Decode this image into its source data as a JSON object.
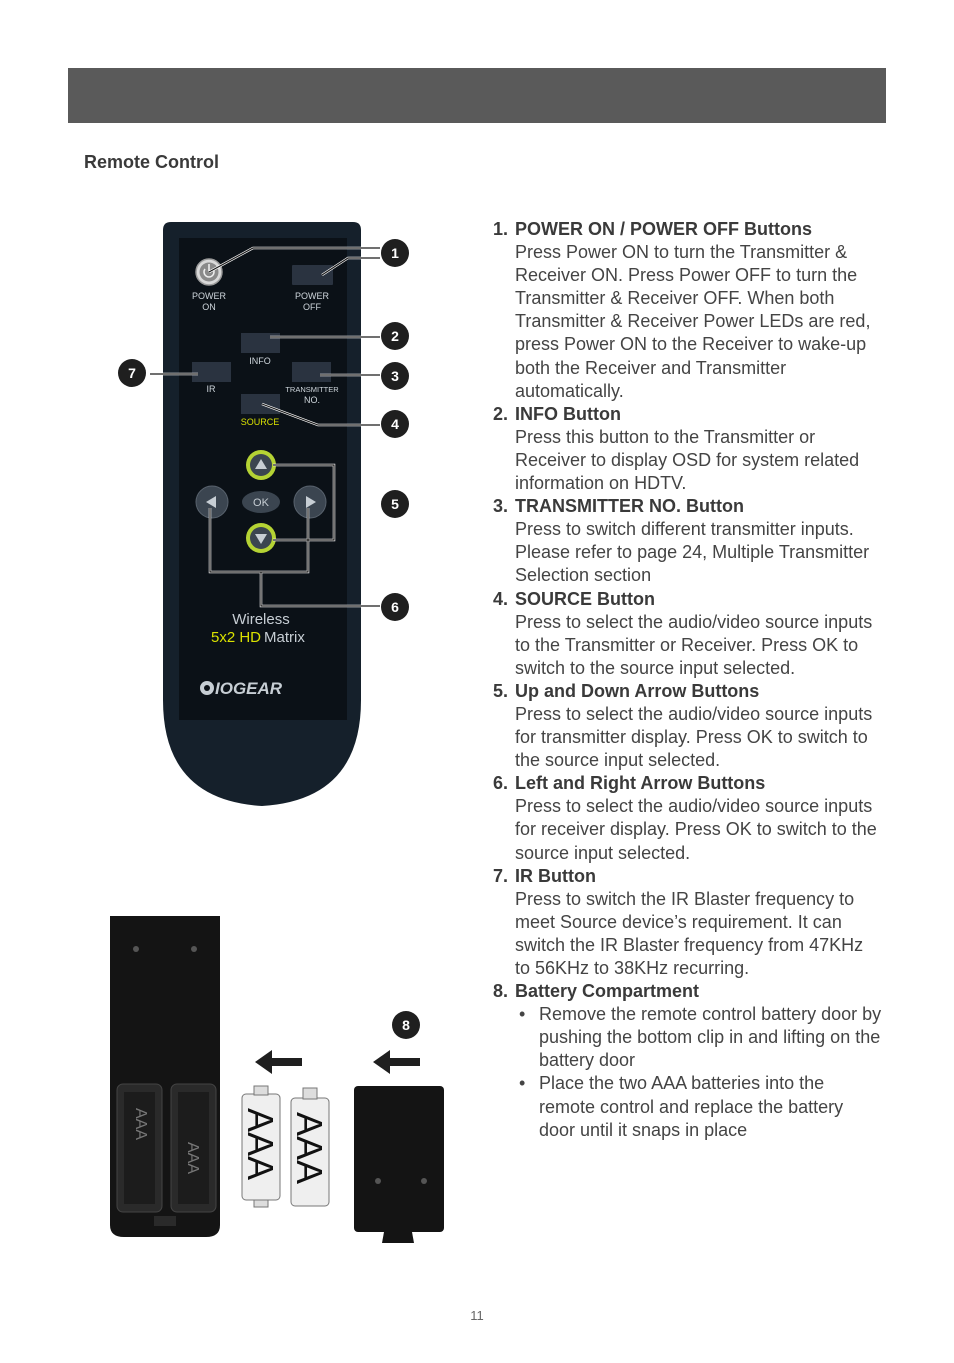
{
  "section_title": "Remote Control",
  "remote": {
    "power_on_label_1": "POWER",
    "power_on_label_2": "ON",
    "power_off_label_1": "POWER",
    "power_off_label_2": "OFF",
    "info_label": "INFO",
    "ir_label": "IR",
    "transmitter_label_1": "TRANSMITTER",
    "transmitter_label_2": "NO.",
    "source_label": "SOURCE",
    "ok_label": "OK",
    "brand_line_1": "Wireless",
    "brand_line_2a": "5x2 HD",
    "brand_line_2b": " Matrix",
    "logo_text": "IOGEAR",
    "callouts": [
      "1",
      "2",
      "3",
      "4",
      "5",
      "6",
      "7",
      "8"
    ]
  },
  "battery": {
    "battery_label": "AAA"
  },
  "items": [
    {
      "num": "1.",
      "title": "POWER ON / POWER OFF Buttons",
      "body": "Press Power ON to turn the Transmitter & Receiver ON.  Press Power OFF to turn the Transmitter & Receiver OFF.  When both Transmitter & Receiver Power LEDs are red, press Power ON to the Receiver to wake-up both the Receiver and Transmitter automatically."
    },
    {
      "num": "2.",
      "title": "INFO Button",
      "body": "Press this button to the Transmitter or Receiver to display OSD for system related information on HDTV."
    },
    {
      "num": "3.",
      "title": "TRANSMITTER NO. Button",
      "body": "Press to switch different transmitter inputs. Please refer to page 24, Multiple Transmitter Selection section"
    },
    {
      "num": "4.",
      "title": "SOURCE Button",
      "body": "Press to select the audio/video source inputs to the Transmitter or Receiver. Press OK to switch to the source input selected."
    },
    {
      "num": "5.",
      "title": "Up and Down Arrow Buttons",
      "body": "Press to select the audio/video source inputs for transmitter display.  Press OK to switch to the source input selected."
    },
    {
      "num": "6.",
      "title": "Left and Right Arrow Buttons",
      "body": "Press to select the audio/video source inputs for receiver display.  Press OK to switch to the source input selected."
    },
    {
      "num": "7.",
      "title": "IR Button",
      "body": "Press to switch the IR Blaster frequency to meet Source device’s requirement. It can switch the IR Blaster frequency from 47KHz to 56KHz to 38KHz recurring."
    },
    {
      "num": "8.",
      "title": "Battery Compartment",
      "bullets": [
        "Remove the remote control battery door by pushing the bottom clip in and lifting on the battery door",
        "Place the two AAA batteries into the remote control and replace the battery door until it snaps in place"
      ]
    }
  ],
  "page_number": "11",
  "colors": {
    "accent_green": "#b5d334",
    "remote_body": "#15202b",
    "header_bar": "#5a5a5a"
  }
}
